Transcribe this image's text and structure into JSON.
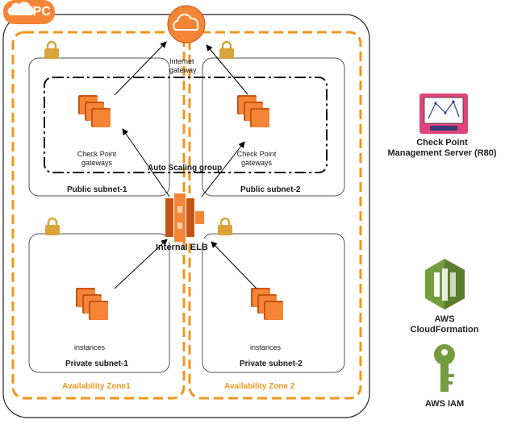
{
  "vpc": {
    "label": "VPC"
  },
  "internet_gateway": {
    "label": "Internet\ngateway"
  },
  "auto_scaling": {
    "label": "Auto Scaling group"
  },
  "elb": {
    "label": "Internal ELB"
  },
  "subnets": {
    "public_1": {
      "label": "Public subnet-1",
      "resource_label": "Check Point\ngateways"
    },
    "public_2": {
      "label": "Public subnet-2",
      "resource_label": "Check Point\ngateways"
    },
    "private_1": {
      "label": "Private subnet-1",
      "resource_label": "instances"
    },
    "private_2": {
      "label": "Private subnet-2",
      "resource_label": "instances"
    }
  },
  "zones": {
    "zone_1": {
      "label": "Availability Zone1"
    },
    "zone_2": {
      "label": "Availability Zone 2"
    }
  },
  "legend": {
    "management_server": "Check Point\nManagement Server (R80)",
    "cloudformation": "AWS\nCloudFormation",
    "iam": "AWS IAM"
  },
  "colors": {
    "aws_orange": "#f58536",
    "zone_orange": "#f0961e",
    "lock_gold": "#d9a33a",
    "cf_green": "#759c3e",
    "mgmt_pink": "#e0447a"
  }
}
